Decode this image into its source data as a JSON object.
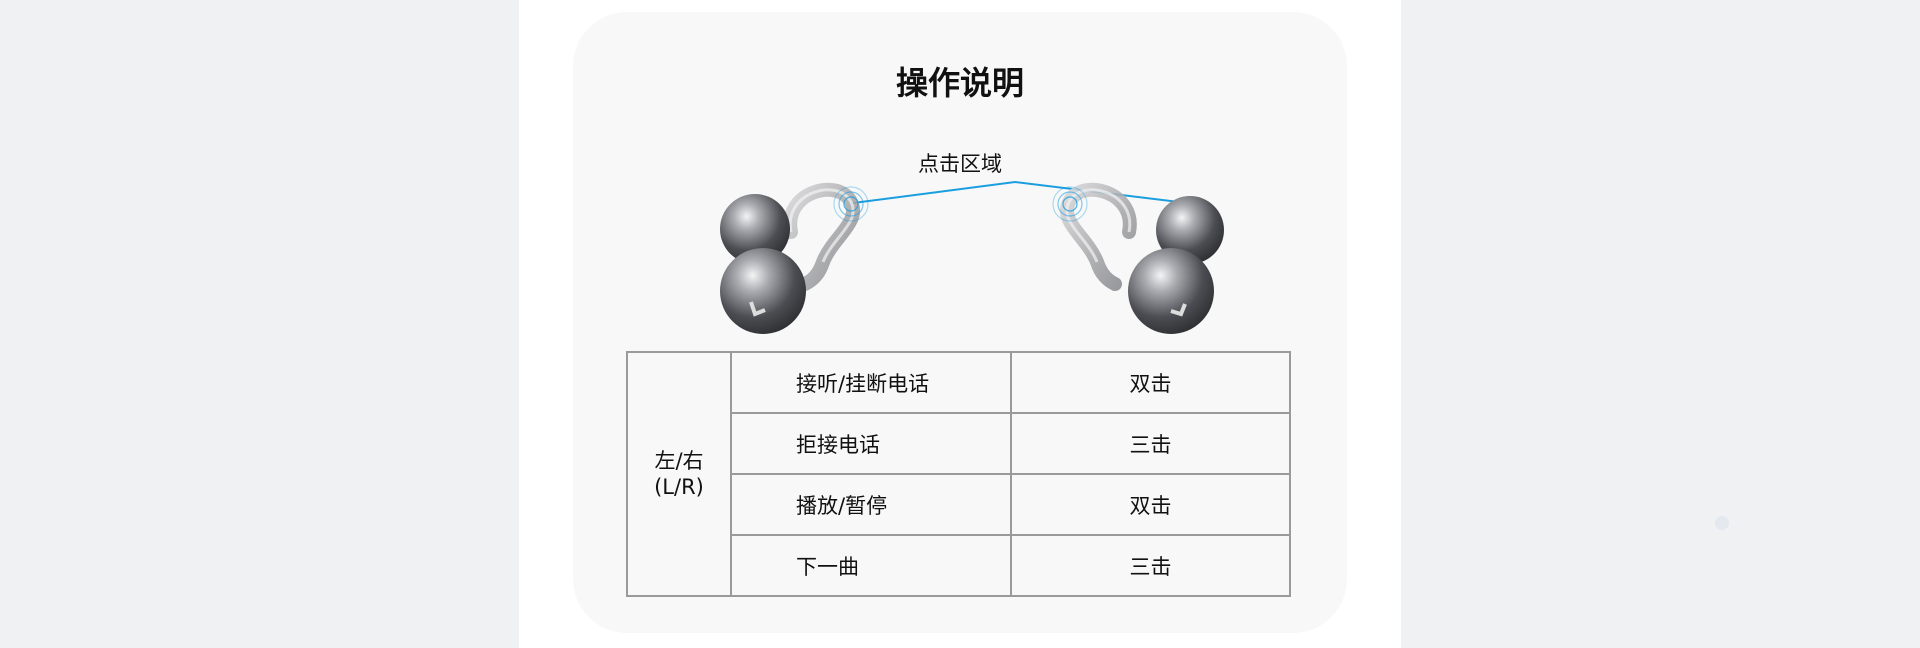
{
  "title": "操作说明",
  "tap_area_label": "点击区域",
  "table": {
    "side_label_line1": "左/右",
    "side_label_line2": "(L/R)",
    "rows": [
      {
        "action": "接听/挂断电话",
        "gesture": "双击"
      },
      {
        "action": "拒接电话",
        "gesture": "三击"
      },
      {
        "action": "播放/暂停",
        "gesture": "双击"
      },
      {
        "action": "下一曲",
        "gesture": "三击"
      }
    ]
  },
  "colors": {
    "background": "#f0f1f3",
    "page": "#ffffff",
    "card": "#f8f8f8",
    "indicator_line": "#1a9ee0",
    "table_border": "#9a9a9a"
  }
}
